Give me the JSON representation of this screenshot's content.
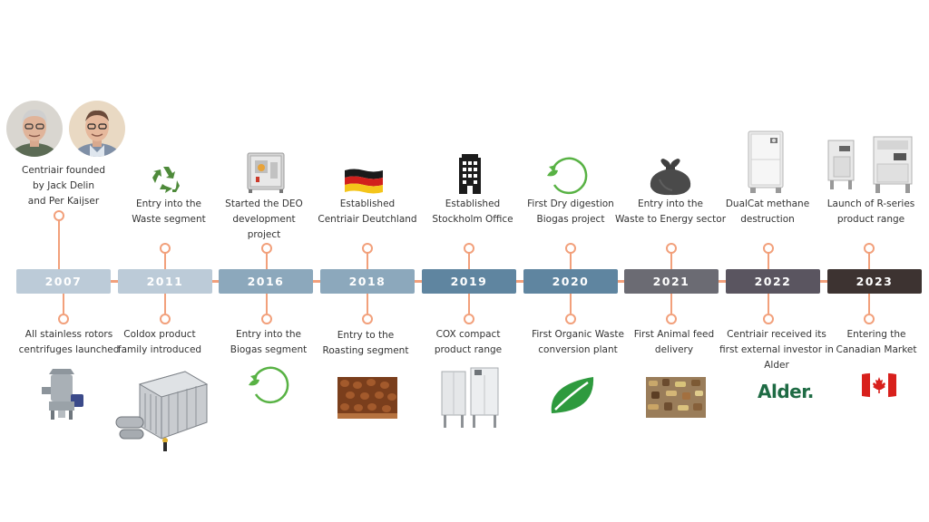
{
  "timeline": {
    "years": [
      "2007",
      "2011",
      "2016",
      "2018",
      "2019",
      "2020",
      "2021",
      "2022",
      "2023"
    ],
    "top_labels": {
      "y2007": [
        "Centriair founded",
        "by Jack Delin",
        "and Per Kaijser"
      ],
      "y2011": [
        "Entry into the",
        "Waste segment"
      ],
      "y2016": [
        "Started the DEO",
        "development",
        "project"
      ],
      "y2018": [
        "Established",
        "Centriair Deutchland"
      ],
      "y2019": [
        "Established",
        "Stockholm Office"
      ],
      "y2020": [
        "First Dry digestion",
        "Biogas project"
      ],
      "y2021": [
        "Entry into the",
        "Waste to Energy sector"
      ],
      "y2022": [
        "DualCat methane",
        "destruction"
      ],
      "y2023": [
        "Launch of R-series",
        "product range"
      ]
    },
    "bottom_labels": {
      "y2007": [
        "All stainless rotors",
        "centrifuges launched"
      ],
      "y2011": [
        "Coldox product",
        "family introduced"
      ],
      "y2016": [
        "Entry into the",
        "Biogas segment"
      ],
      "y2018": [
        "Entry to the",
        "Roasting segment"
      ],
      "y2019": [
        "COX compact",
        "product range"
      ],
      "y2020": [
        "First Organic Waste",
        "conversion plant"
      ],
      "y2021": [
        "First Animal feed",
        "delivery"
      ],
      "y2022": [
        "Centriair received its",
        "first external investor in",
        "Alder"
      ],
      "y2023": [
        "Entering the",
        "Canadian Market"
      ]
    },
    "logo_text": "Alder.",
    "year_colors": [
      "#bccbd8",
      "#bccbd8",
      "#8ca8bc",
      "#8ca8bc",
      "#5f85a0",
      "#5f85a0",
      "#6b6b73",
      "#5a5560",
      "#3d3331"
    ],
    "accent_color": "#f2a07b"
  }
}
